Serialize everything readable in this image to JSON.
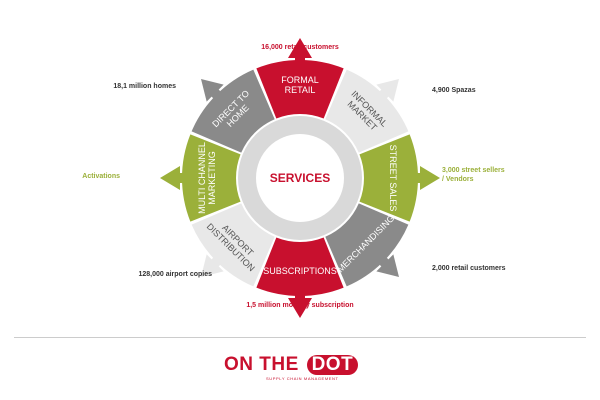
{
  "center": {
    "label": "SERVICES"
  },
  "segments": [
    {
      "label": "FORMAL\nRETAIL",
      "stat": "16,000 retail customers",
      "color": "#c8102e",
      "text_color": "#ffffff",
      "stat_color": "#c8102e"
    },
    {
      "label": "INFORMAL\nMARKET",
      "stat": "4,900 Spazas",
      "color": "#e8e8e8",
      "text_color": "#555555",
      "stat_color": "#333333"
    },
    {
      "label": "STREET SALES",
      "stat": "3,000 street sellers\n/ Vendors",
      "color": "#9bb03a",
      "text_color": "#ffffff",
      "stat_color": "#9bb03a"
    },
    {
      "label": "MERCHANDISING",
      "stat": "2,000 retail customers",
      "color": "#8a8a8a",
      "text_color": "#ffffff",
      "stat_color": "#333333"
    },
    {
      "label": "SUBSCRIPTIONS",
      "stat": "1,5 million monthly subscription",
      "color": "#c8102e",
      "text_color": "#ffffff",
      "stat_color": "#c8102e"
    },
    {
      "label": "AIRPORT\nDISTRIBUTION",
      "stat": "128,000 airport copies",
      "color": "#e8e8e8",
      "text_color": "#555555",
      "stat_color": "#333333"
    },
    {
      "label": "MULTI CHANNEL\nMARKETING",
      "stat": "Activations",
      "color": "#9bb03a",
      "text_color": "#ffffff",
      "stat_color": "#9bb03a"
    },
    {
      "label": "DIRECT TO\nHOME",
      "stat": "18,1 million homes",
      "color": "#8a8a8a",
      "text_color": "#ffffff",
      "stat_color": "#333333"
    }
  ],
  "logo": {
    "on": "ON THE",
    "dot": "DOT",
    "subtitle": "SUPPLY CHAIN MANAGEMENT"
  }
}
